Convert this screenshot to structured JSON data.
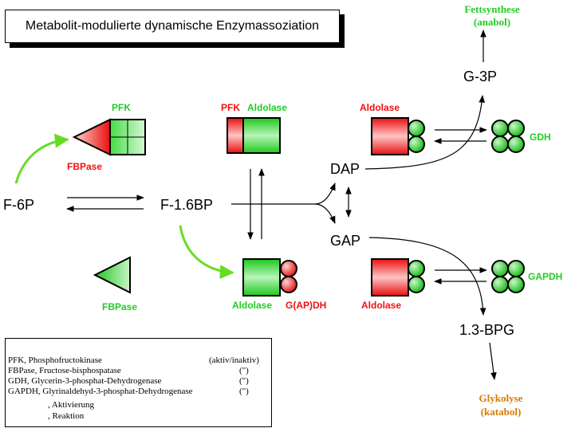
{
  "title": "Metabolit-modulierte dynamische Enzymassoziation",
  "metabolites": {
    "f6p": "F-6P",
    "f16bp": "F-1.6BP",
    "dap": "DAP",
    "gap": "GAP",
    "g3p": "G-3P",
    "bpg": "1.3-BPG"
  },
  "enzyme_labels": {
    "pfk_top": "PFK",
    "fbpase_red": "FBPase",
    "pfk_mid": "PFK",
    "aldolase_mid": "Aldolase",
    "aldolase_top_right": "Aldolase",
    "gdh": "GDH",
    "fbpase_green": "FBPase",
    "aldolase_bottom": "Aldolase",
    "gapdh_bottom": "G(AP)DH",
    "aldolase_bottom_right": "Aldolase",
    "gapdh_right": "GAPDH"
  },
  "outcomes": {
    "fettsynthese": "Fettsynthese",
    "anabol": "(anabol)",
    "glykolyse": "Glykolyse",
    "katabol": "(katabol)"
  },
  "legend": {
    "pfk": "PFK, Phosphofructokinase",
    "fbpase": "FBPase, Fructose-bisphospatase",
    "gdh": "GDH, Glycerin-3-phosphat-Dehydrogenase",
    "gapdh": "GAPDH, Glyrinaldehyd-3-phosphat-Dehydrogenase",
    "status_header": "(aktiv/inaktiv)",
    "ditto_1": "(\")",
    "ditto_2": "(\")",
    "ditto_3": "(\")",
    "activation": ", Aktivierung",
    "reaction": ", Reaktion"
  },
  "colors": {
    "active": "#22cc22",
    "inactive": "#ee1111",
    "catabolic": "#d87a00"
  }
}
